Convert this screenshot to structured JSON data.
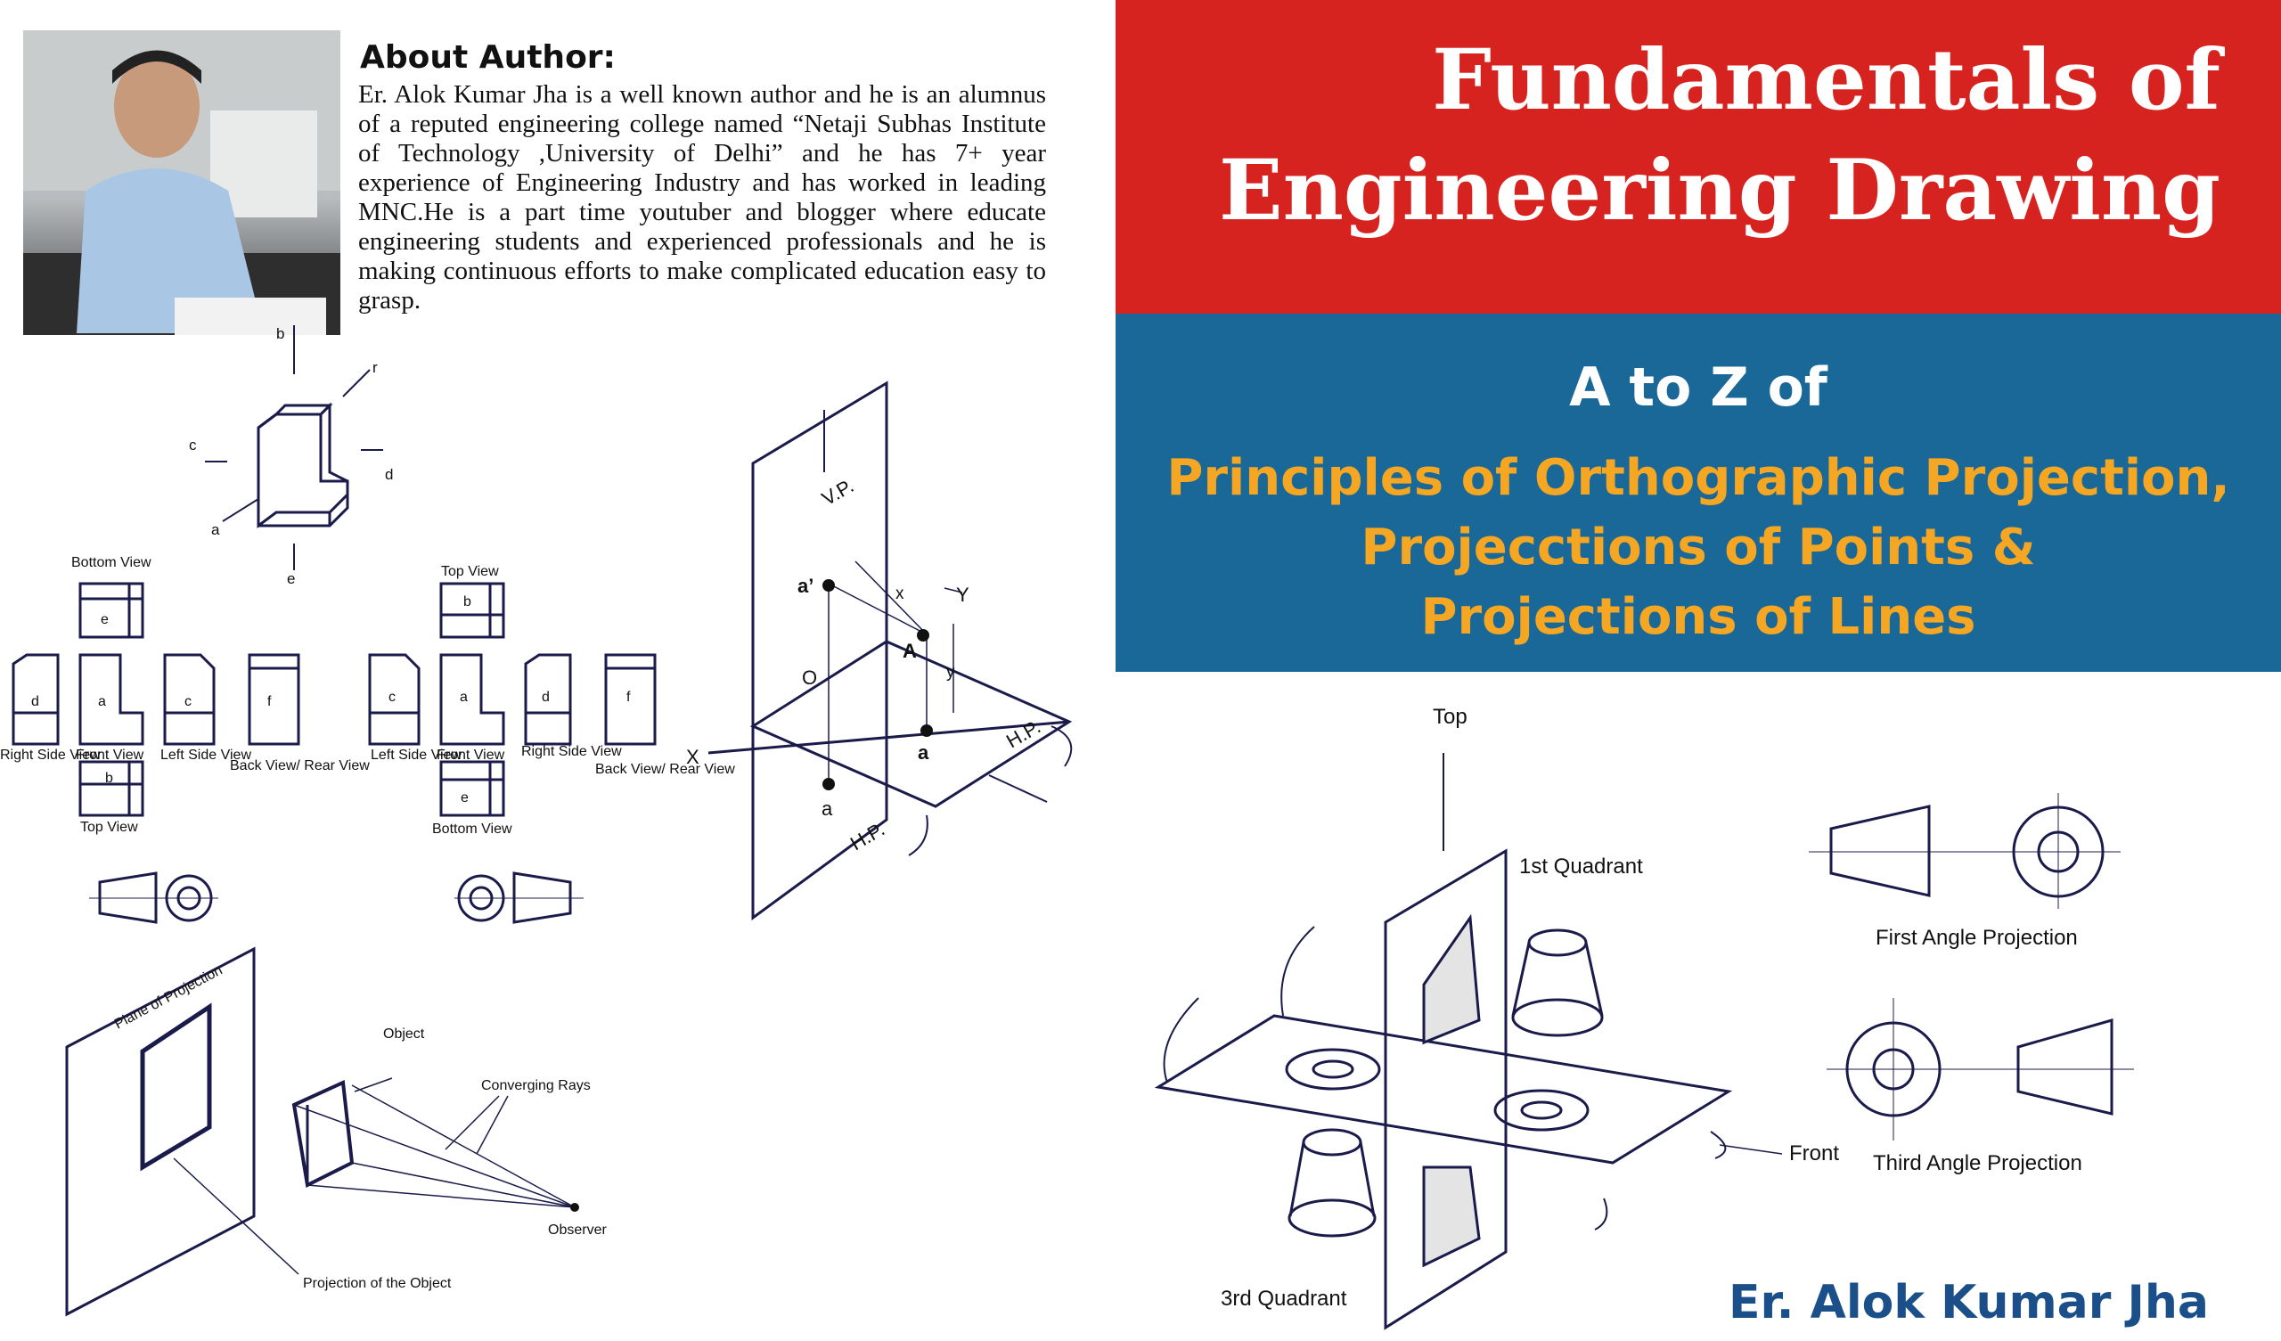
{
  "about": {
    "heading": "About Author:",
    "body": "Er. Alok Kumar Jha is a well known author and he is an alumnus of a reputed engineering college named “Netaji Subhas Institute of Technology ,University of Delhi” and he has 7+ year experience of Engineering Industry and has worked in leading MNC.He is a part time youtuber and blogger where educate engineering students and experienced professionals and he is making continuous efforts to make complicated education easy to grasp."
  },
  "cover": {
    "title_line1": "Fundamentals of",
    "title_line2": "Engineering Drawing",
    "subtitle_heading": "A to Z of",
    "subtitle_line1": "Principles of Orthographic Projection,",
    "subtitle_line2": "Projecctions of Points &",
    "subtitle_line3": "Projections of Lines",
    "author": "Er. Alok Kumar Jha",
    "colors": {
      "title_bg": "#d7231f",
      "subtitle_bg": "#1a6898",
      "subtitle_text": "#f5a623",
      "author_text": "#1a4f8a",
      "line": "#1b1b4b"
    }
  },
  "block_labels": {
    "b": "b",
    "r": "r",
    "c": "c",
    "d": "d",
    "a": "a",
    "e": "e"
  },
  "views_first_angle": {
    "bottom": "Bottom View",
    "bottom_face": "e",
    "right_side": "Right Side View",
    "right_face": "d",
    "front": "Front View",
    "front_face": "a",
    "left_side": "Left Side View",
    "left_face": "c",
    "back": "Back View/ Rear View",
    "back_face": "f",
    "top": "Top View",
    "top_face": "b"
  },
  "views_third_angle": {
    "top": "Top View",
    "top_face": "b",
    "left_side": "Left Side View",
    "left_face": "c",
    "front": "Front View",
    "front_face": "a",
    "right_side": "Right Side View",
    "right_face": "d",
    "back": "Back View/ Rear View",
    "back_face": "f",
    "bottom": "Bottom View",
    "bottom_face": "e"
  },
  "point_projection": {
    "vp": "V.P.",
    "hp_top": "H.P.",
    "hp_bottom": "H.P.",
    "a_prime": "a’",
    "A": "A",
    "a_hp": "a",
    "a_bottom": "a",
    "x_label": "X",
    "y_label": "Y",
    "o_label": "O",
    "x_dist": "x",
    "y_dist": "y"
  },
  "perspective": {
    "plane": "Plane of Projection",
    "object": "Object",
    "rays": "Converging Rays",
    "observer": "Observer",
    "projection": "Projection of the Object"
  },
  "quadrants": {
    "top": "Top",
    "q1": "1st Quadrant",
    "q3": "3rd Quadrant",
    "front": "Front",
    "first_angle": "First Angle Projection",
    "third_angle": "Third Angle Projection"
  }
}
